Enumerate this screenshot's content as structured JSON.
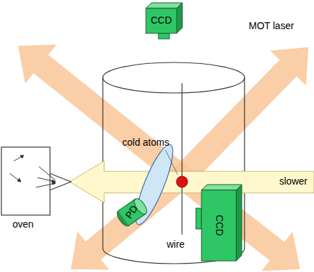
{
  "diagram": {
    "nodes": [
      {
        "text": [
          "CCD"
        ]
      },
      {
        "text": [
          "PD"
        ]
      },
      {
        "text": [
          "CCD"
        ]
      }
    ],
    "labels": [
      "MOT laser",
      "cold atoms",
      "slower",
      "oven",
      "wire"
    ]
  }
}
